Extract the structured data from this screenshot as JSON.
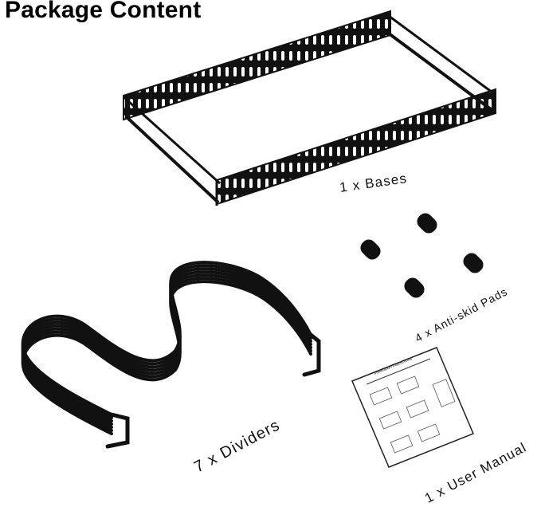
{
  "title": "Package Content",
  "items": [
    {
      "label": "1 x Bases",
      "icon": "tray-base-icon"
    },
    {
      "label": "4 x Anti-skid Pads",
      "icon": "anti-skid-pad-icon"
    },
    {
      "label": "7 x Dividers",
      "icon": "divider-icon"
    },
    {
      "label": "1 x User Manual",
      "icon": "manual-icon"
    }
  ],
  "manual_heading": "Installation Instructions",
  "colors": {
    "product": "#111111",
    "background": "#ffffff"
  }
}
